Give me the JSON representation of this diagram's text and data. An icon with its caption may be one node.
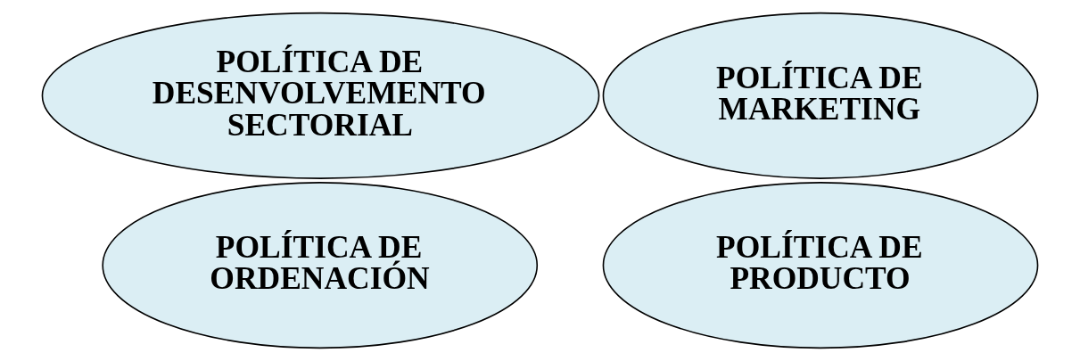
{
  "diagram": {
    "nodes": [
      {
        "text": [
          "POLÍTICA DE ORDENACIÓN"
        ]
      },
      {
        "text": [
          "POLÍTICA DE DESENVOLVEMENTO SECTORIAL"
        ]
      },
      {
        "text": [
          "POLÍTICA DE MARKETING"
        ]
      },
      {
        "text": [
          "POLÍTICA DE PRODUCTO"
        ]
      }
    ]
  }
}
